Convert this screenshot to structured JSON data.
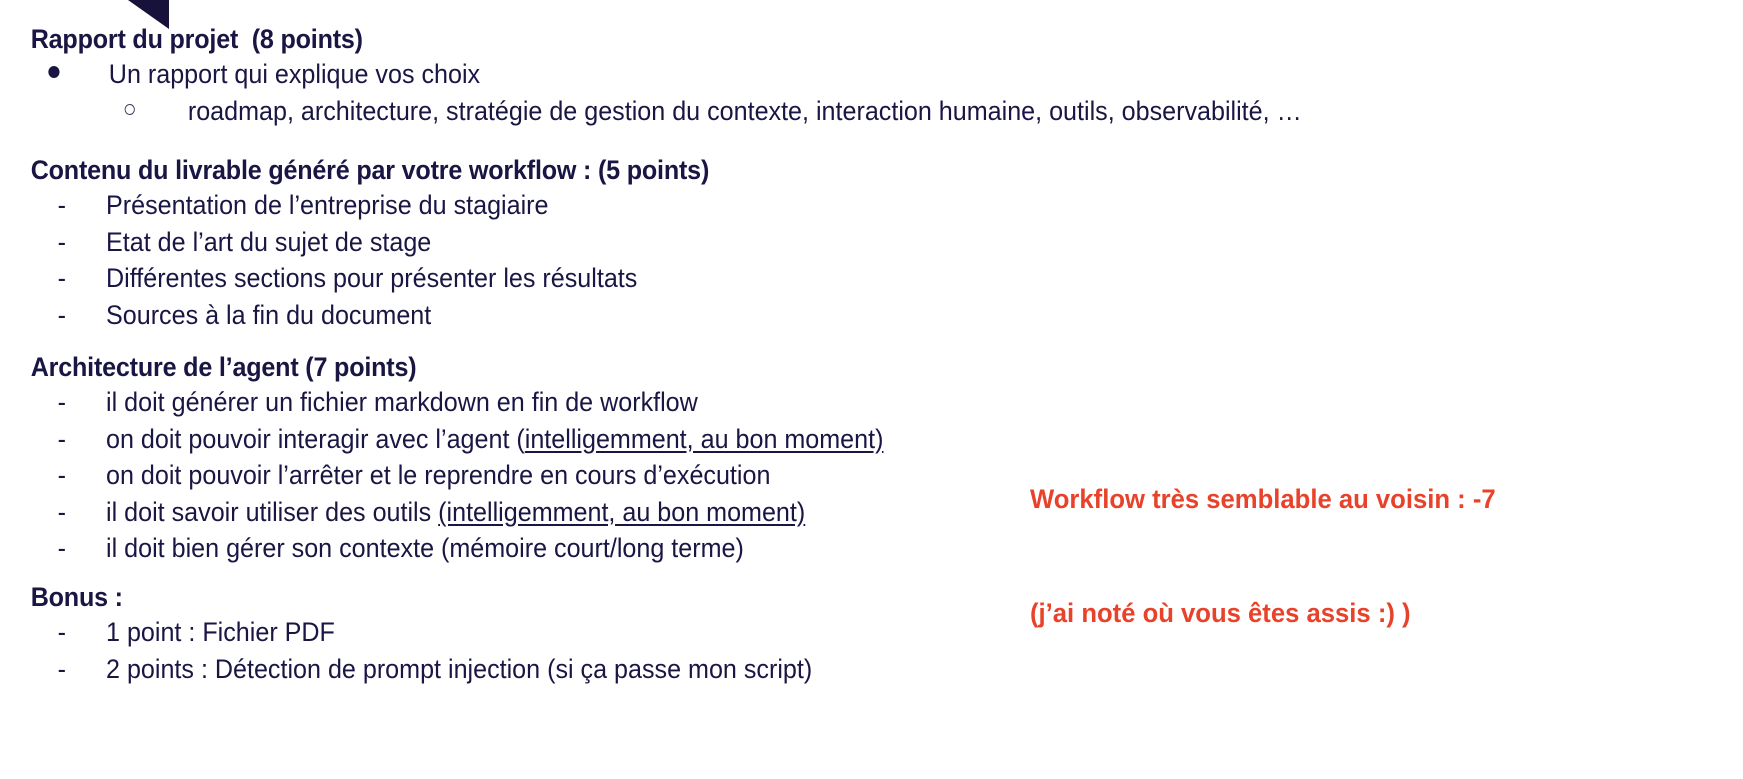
{
  "slide": {
    "background_color": "#ffffff",
    "text_color": "#1a1644",
    "accent_color": "#16123A",
    "annotation_color": "#E8432A"
  },
  "sections": [
    {
      "id": "rapport",
      "heading": "Rapport du projet  (8 points)",
      "items": [
        {
          "marker": "bullet",
          "text": "Un rapport qui explique vos choix"
        },
        {
          "marker": "subbullet",
          "text": "roadmap, architecture, stratégie de gestion du contexte, interaction humaine, outils, observabilité, …"
        }
      ]
    },
    {
      "id": "contenu",
      "heading": "Contenu du livrable généré par votre workflow : (5 points)",
      "items": [
        {
          "marker": "dash",
          "text": "Présentation de l’entreprise du stagiaire"
        },
        {
          "marker": "dash",
          "text": "Etat de l’art du sujet de stage"
        },
        {
          "marker": "dash",
          "text": "Différentes sections pour présenter les résultats"
        },
        {
          "marker": "dash",
          "text": "Sources à la fin du document"
        }
      ]
    },
    {
      "id": "architecture",
      "heading": "Architecture de l’agent (7 points)",
      "items": [
        {
          "marker": "dash",
          "text": "il doit générer un fichier markdown en fin de workflow"
        },
        {
          "marker": "dash",
          "pre": "on doit pouvoir interagir avec l’agent (",
          "underlined": "intelligemment, au bon moment)",
          "post": ""
        },
        {
          "marker": "dash",
          "text": "on doit pouvoir l’arrêter et le reprendre en cours d’exécution"
        },
        {
          "marker": "dash",
          "pre": "il doit savoir utiliser des outils ",
          "underlined": "(intelligemment, au bon moment)",
          "post": ""
        },
        {
          "marker": "dash",
          "text": "il doit bien gérer son contexte (mémoire court/long terme)"
        }
      ]
    },
    {
      "id": "bonus",
      "heading": "Bonus :",
      "items": [
        {
          "marker": "dash",
          "text": "1 point : Fichier PDF"
        },
        {
          "marker": "dash",
          "text": "2 points : Détection de prompt injection (si ça passe mon script)"
        }
      ]
    }
  ],
  "annotation": {
    "line1": "Workflow très semblable au voisin : -7",
    "line2": "(j’ai noté où vous êtes assis :) )"
  },
  "markers": {
    "dash": "-",
    "bullet": "bullet-disc",
    "subbullet": "bullet-circle"
  }
}
